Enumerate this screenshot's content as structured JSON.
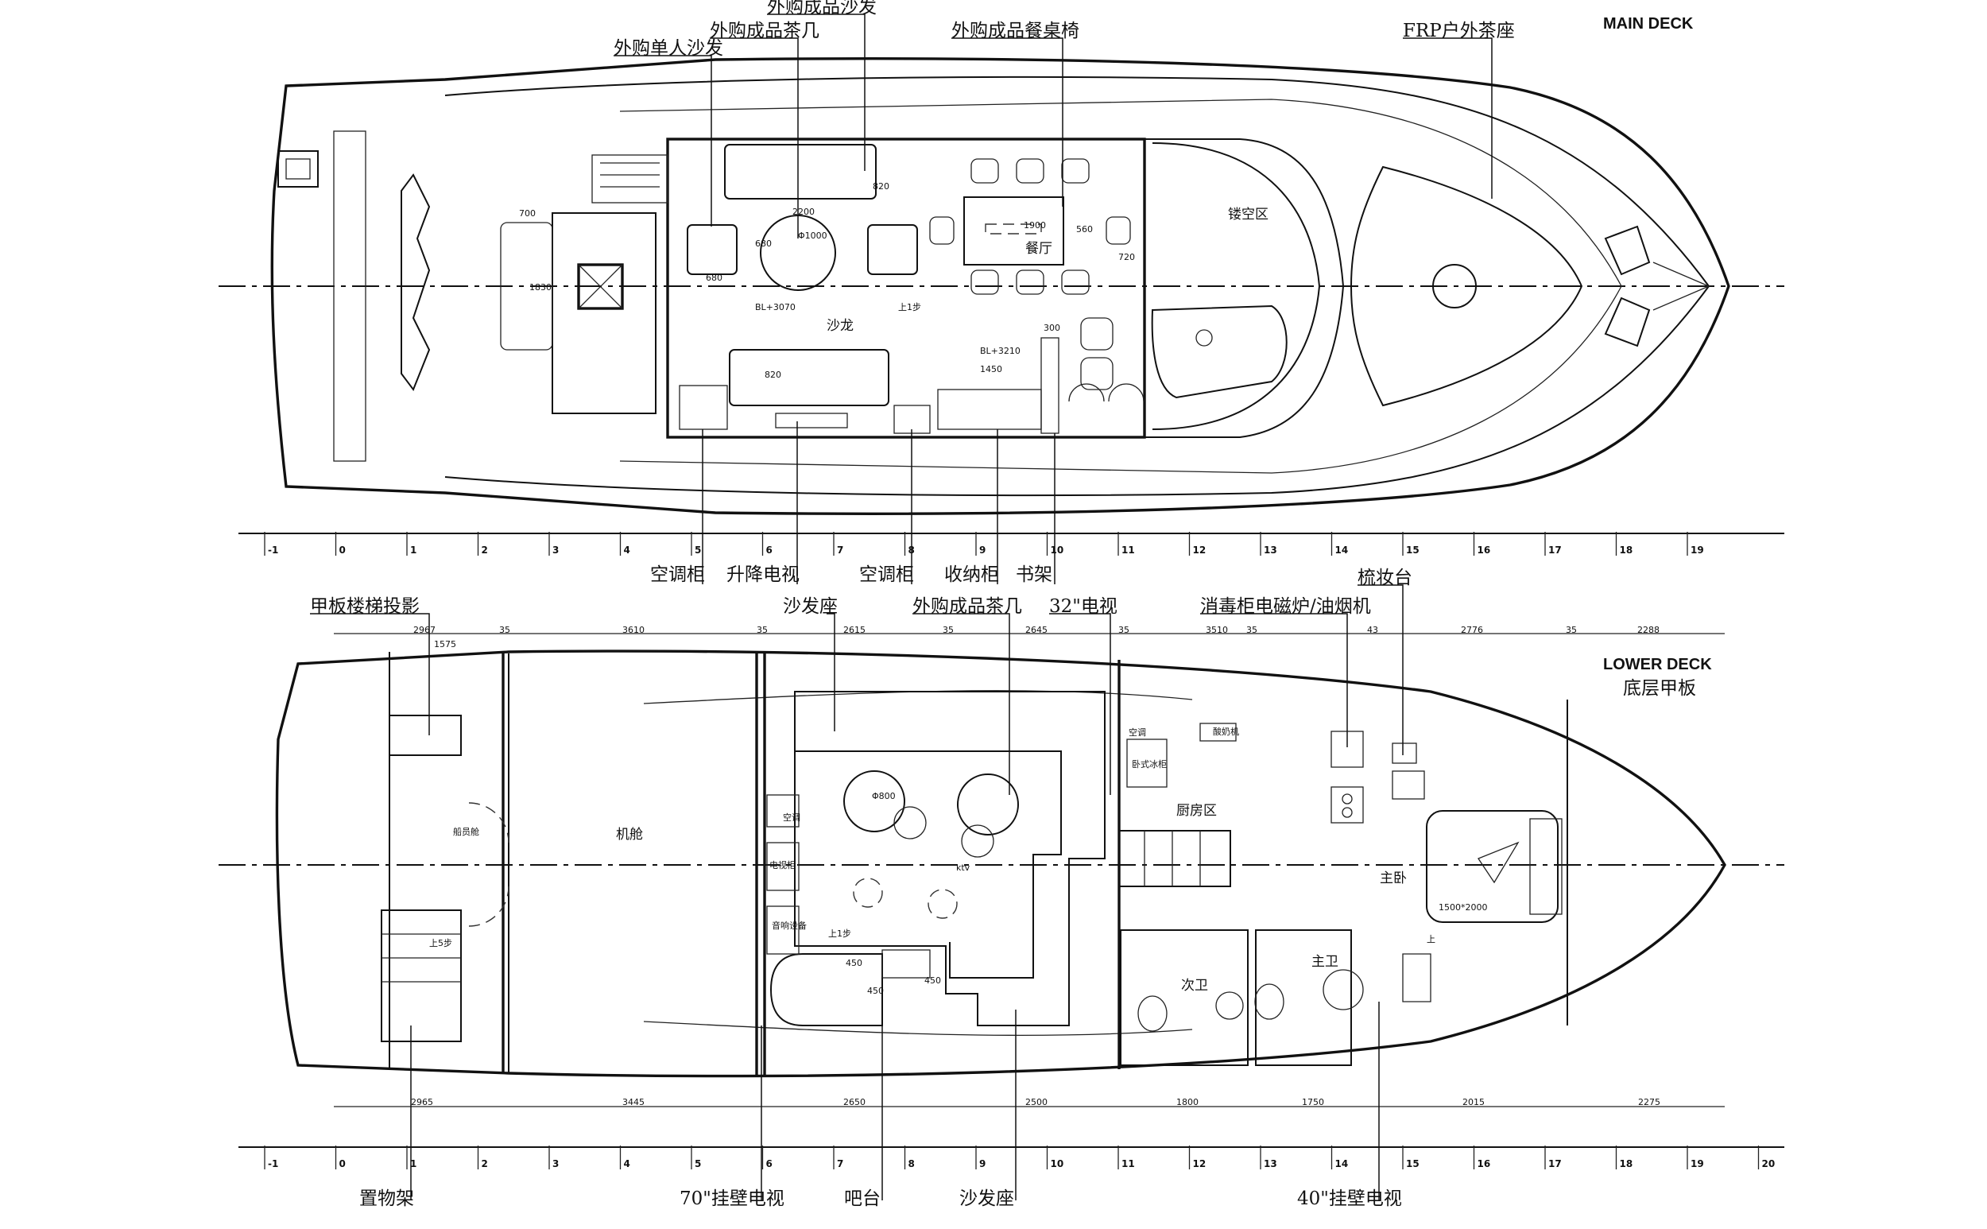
{
  "main_deck": {
    "caption": "MAIN DECK",
    "callouts_top": [
      "外购单人沙发",
      "外购成品茶几",
      "外购成品沙发",
      "外购成品餐桌椅",
      "FRP户外茶座"
    ],
    "callouts_bottom": [
      "空调柜",
      "升降电视",
      "空调柜",
      "收纳柜",
      "书架"
    ],
    "rooms": {
      "salon": "沙龙",
      "dining": "餐厅",
      "void": "镂空区",
      "step": "上1步"
    },
    "dims": [
      "700",
      "1830",
      "2200",
      "680",
      "680",
      "Φ1000",
      "820",
      "1900",
      "560",
      "720",
      "300",
      "1450",
      "820",
      "BL+3070",
      "BL+3210"
    ]
  },
  "lower_deck": {
    "caption": "LOWER DECK",
    "caption_cn": "底层甲板",
    "callouts_top": [
      "甲板楼梯投影",
      "沙发座",
      "外购成品茶几",
      "32\"电视",
      "消毒柜电磁炉/油烟机",
      "梳妆台"
    ],
    "callouts_bottom": [
      "置物架",
      "70\"挂壁电视",
      "吧台",
      "沙发座",
      "40\"挂壁电视"
    ],
    "rooms": {
      "crew": "船员舱",
      "engine": "机舱",
      "ktv": "ktv",
      "galley": "厨房区",
      "guest_wc": "次卫",
      "master_wc": "主卫",
      "master": "主卧",
      "step_up1": "上1步",
      "step_up5": "上5步",
      "ac": "空调",
      "audio": "音响设备",
      "tv_cab": "电视柜",
      "fridge": "酸奶机",
      "fridge2": "卧式冰柜",
      "ac2": "空调",
      "up": "上",
      "bed": "1500*2000"
    },
    "top_dims": [
      "2967",
      "3610",
      "2615",
      "2645",
      "3510",
      "2776",
      "2288"
    ],
    "bottom_dims": [
      "2965",
      "3445",
      "2650",
      "2500",
      "1800",
      "1750",
      "2015",
      "2275"
    ],
    "frame_marks": [
      "35",
      "35",
      "35",
      "35",
      "35",
      "43",
      "35"
    ],
    "misc_dims": [
      "1575",
      "Φ800",
      "450",
      "450",
      "450"
    ]
  },
  "frame_scale_top": [
    "-1",
    "0",
    "1",
    "2",
    "3",
    "4",
    "5",
    "6",
    "7",
    "8",
    "9",
    "10",
    "11",
    "12",
    "13",
    "14",
    "15",
    "16",
    "17",
    "18",
    "19"
  ],
  "frame_scale_bottom": [
    "-1",
    "0",
    "1",
    "2",
    "3",
    "4",
    "5",
    "6",
    "7",
    "8",
    "9",
    "10",
    "11",
    "12",
    "13",
    "14",
    "15",
    "16",
    "17",
    "18",
    "19",
    "20"
  ]
}
